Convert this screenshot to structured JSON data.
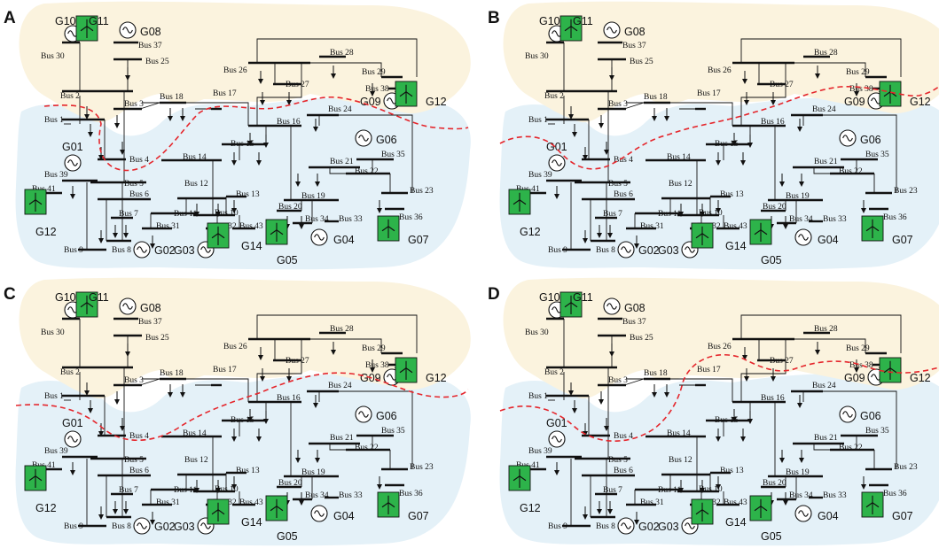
{
  "colors": {
    "area_top": "#fbf3de",
    "area_bottom": "#e4f1f8",
    "boundary": "#e5262c",
    "wind_box": "#2db34a",
    "ink": "#111111"
  },
  "icons": {
    "synchronous_generator": "circle-with-sine-wave-icon",
    "wind_generator": "green-box-wind-turbine-icon",
    "load": "down-arrow-load-icon"
  },
  "panels": [
    {
      "letter": "A"
    },
    {
      "letter": "B"
    },
    {
      "letter": "C"
    },
    {
      "letter": "D"
    }
  ],
  "buses": [
    "Bus 1",
    "Bus 2",
    "Bus 3",
    "Bus 4",
    "Bus 5",
    "Bus 6",
    "Bus 7",
    "Bus 8",
    "Bus 9",
    "Bus 10",
    "Bus 11",
    "Bus 12",
    "Bus 13",
    "Bus 14",
    "Bus 15",
    "Bus 16",
    "Bus 17",
    "Bus 18",
    "Bus 19",
    "Bus 20",
    "Bus 21",
    "Bus 22",
    "Bus 23",
    "Bus 24",
    "Bus 25",
    "Bus 26",
    "Bus 27",
    "Bus 28",
    "Bus 29",
    "Bus 30",
    "Bus 31",
    "Bus 32",
    "Bus 33",
    "Bus 34",
    "Bus 35",
    "Bus 36",
    "Bus 37",
    "Bus 38",
    "Bus 39",
    "Bus 41",
    "Bus 43"
  ],
  "generators": [
    {
      "name": "G01",
      "kind": "sync"
    },
    {
      "name": "G02",
      "kind": "sync"
    },
    {
      "name": "G03",
      "kind": "sync"
    },
    {
      "name": "G04",
      "kind": "sync"
    },
    {
      "name": "G05",
      "kind": "wind"
    },
    {
      "name": "G06",
      "kind": "sync"
    },
    {
      "name": "G07",
      "kind": "wind"
    },
    {
      "name": "G08",
      "kind": "sync"
    },
    {
      "name": "G09",
      "kind": "sync"
    },
    {
      "name": "G10",
      "kind": "sync"
    },
    {
      "name": "G11",
      "kind": "wind"
    },
    {
      "name": "G12",
      "kind": "wind"
    },
    {
      "name": "G12",
      "kind": "wind"
    },
    {
      "name": "G14",
      "kind": "wind"
    }
  ]
}
